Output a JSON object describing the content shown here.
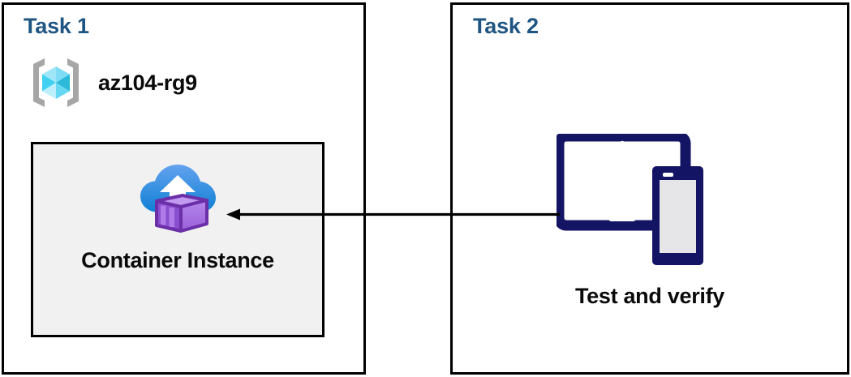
{
  "diagram": {
    "title": "Azure Container Instance task diagram",
    "background_color": "#ffffff"
  },
  "colors": {
    "task_title": "#1f5582",
    "panel_border": "#000000",
    "inner_box_fill": "#f1f1f1",
    "label_text": "#0a0a0a",
    "device_navy": "#141464",
    "device_screen_gray": "#e6e6e8",
    "arrow": "#000000",
    "rg_bracket_gray": "#a6a6a6",
    "rg_cube_light": "#9fe7f8",
    "rg_cube_mid": "#3fd0f2",
    "rg_cube_dark": "#29a8c9",
    "cloud_blue_top": "#5b9bea",
    "cloud_blue_bottom": "#1585d8",
    "container_purple_light": "#b07ae8",
    "container_purple_face": "#9a5fd8",
    "container_purple_dark": "#6b2fa8"
  },
  "task1": {
    "title": "Task 1",
    "resource_group": {
      "icon": "azure-resource-group-icon",
      "label": "az104-rg9"
    },
    "container_instance": {
      "icon": "azure-container-instance-icon",
      "label": "Container Instance"
    }
  },
  "task2": {
    "title": "Task 2",
    "devices": {
      "icon": "tablet-and-phone-icon",
      "label": "Test and verify"
    }
  },
  "connector": {
    "name": "flow-arrow",
    "direction": "right-to-left",
    "from": "Test and verify",
    "to": "Container Instance"
  }
}
